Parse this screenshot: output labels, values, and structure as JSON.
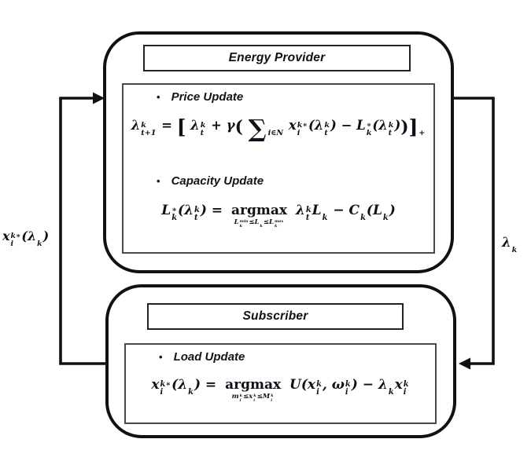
{
  "ui": {
    "bullet": "•"
  },
  "provider": {
    "title": "Energy Provider",
    "items": [
      {
        "label": "Price Update",
        "formula": "λ_{t+1}^{k} = \\b[ λ_{t}^{k} + γ\\p( \\S_{i∈N} x_{i}^{k∗}(λ_{t}^{k}) − L_{k}^{∗}(λ_{t}^{k})\\p)\\b]^{+}"
      },
      {
        "label": "Capacity Update",
        "formula": "L_{k}^{∗}(λ_{t}^{k}) = \\U{L_{k}^{min}≤L_{k}≤L_{k}^{max}}{\\t{argmax}}  λ_{t}^{k}L_{k} − C_{k}(L_{k})"
      }
    ]
  },
  "subscriber": {
    "title": "Subscriber",
    "items": [
      {
        "label": "Load Update",
        "formula": "x_{i}^{k∗}(λ^{k}) = \\U{m_{i}^{k}≤x_{i}^{k}≤M_{i}^{k}}{\\t{argmax}}  U(x_{i}^{k}, ω_{i}^{k}) − λ^{k}x_{i}^{k}"
      }
    ]
  },
  "arrows": {
    "left_label": "x_{i}^{k∗}(λ^{k})",
    "right_label": "λ^{k}"
  },
  "colors": {
    "ink": "#111111",
    "background": "#ffffff"
  }
}
